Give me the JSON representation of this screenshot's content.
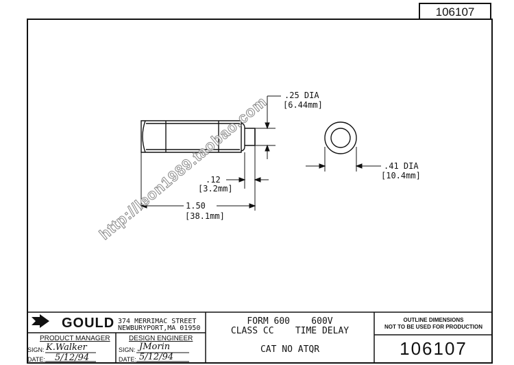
{
  "drawing_number_top": "106107",
  "dims": {
    "dia_small_in": ".25 DIA",
    "dia_small_mm": "[6.44mm]",
    "cap_len_in": ".12",
    "cap_len_mm": "[3.2mm]",
    "length_in": "1.50",
    "length_mm": "[38.1mm]",
    "dia_large_in": ".41 DIA",
    "dia_large_mm": "[10.4mm]"
  },
  "watermark": "http://leon1989.taobao.com",
  "title_block": {
    "company": "GOULD",
    "address_line1": "374 MERRIMAC STREET",
    "address_line2": "NEWBURYPORT,MA 01950",
    "form_line": "FORM 600    600V",
    "class_line": "CLASS CC    TIME DELAY",
    "cat_no": "CAT NO ATQR",
    "note_line1": "OUTLINE DIMENSIONS",
    "note_line2": "NOT TO BE USED FOR PRODUCTION",
    "drawing_number": "106107",
    "product_manager_label": "PRODUCT MANAGER",
    "design_engineer_label": "DESIGN ENGINEER",
    "sign_label": "SIGN:",
    "date_label": "DATE:",
    "pm_signature": "K.Walker",
    "pm_date": "5/12/94",
    "de_signature": "JMorin",
    "de_date": "5/12/94"
  }
}
